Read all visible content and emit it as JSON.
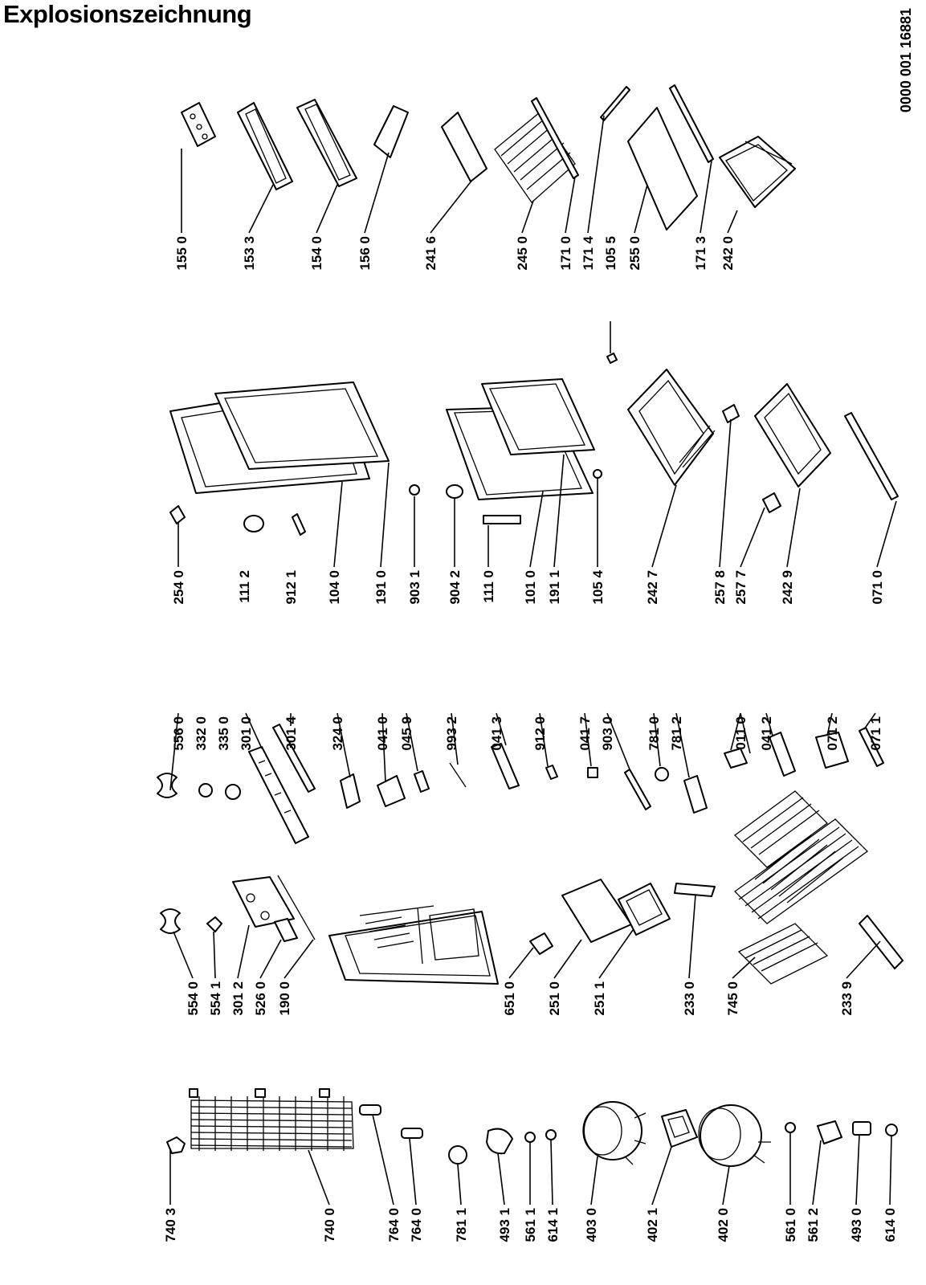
{
  "title": "Explosionszeichnung",
  "document_code": "0000 001 16881",
  "columns": [
    {
      "id": "col1",
      "labels": [
        "740 3",
        "740 0",
        "764 0",
        "764 0",
        "781 1",
        "493 1",
        "561 1",
        "614 1",
        "403 0",
        "402 1",
        "402 0",
        "561 0",
        "561 2",
        "493 0",
        "614 0"
      ]
    },
    {
      "id": "col2",
      "labels": [
        "554 0",
        "554 1",
        "301 2",
        "526 0",
        "190 0",
        "651 0",
        "251 0",
        "251 1",
        "233 0",
        "745 0",
        "233 9"
      ]
    },
    {
      "id": "col3",
      "labels": [
        "556 0",
        "332 0",
        "335 0",
        "301 0",
        "301 4",
        "324 0",
        "041 0",
        "045 9",
        "993 2",
        "041 3",
        "912 0",
        "041 7",
        "903 0",
        "781 0",
        "781 2",
        "011 0",
        "041 2",
        "071 2",
        "071 1"
      ]
    },
    {
      "id": "col4",
      "labels": [
        "254 0",
        "111 2",
        "912 1",
        "104 0",
        "191 0",
        "903 1",
        "904 2",
        "111 0",
        "101 0",
        "191 1",
        "105 4",
        "242 7",
        "257 8",
        "257 7",
        "242 9",
        "071 0"
      ]
    },
    {
      "id": "col5",
      "labels": [
        "155 0",
        "153 3",
        "154 0",
        "156 0",
        "241 6",
        "245 0",
        "171 0",
        "171 4",
        "105 5",
        "255 0",
        "171 3",
        "242 0"
      ]
    }
  ]
}
